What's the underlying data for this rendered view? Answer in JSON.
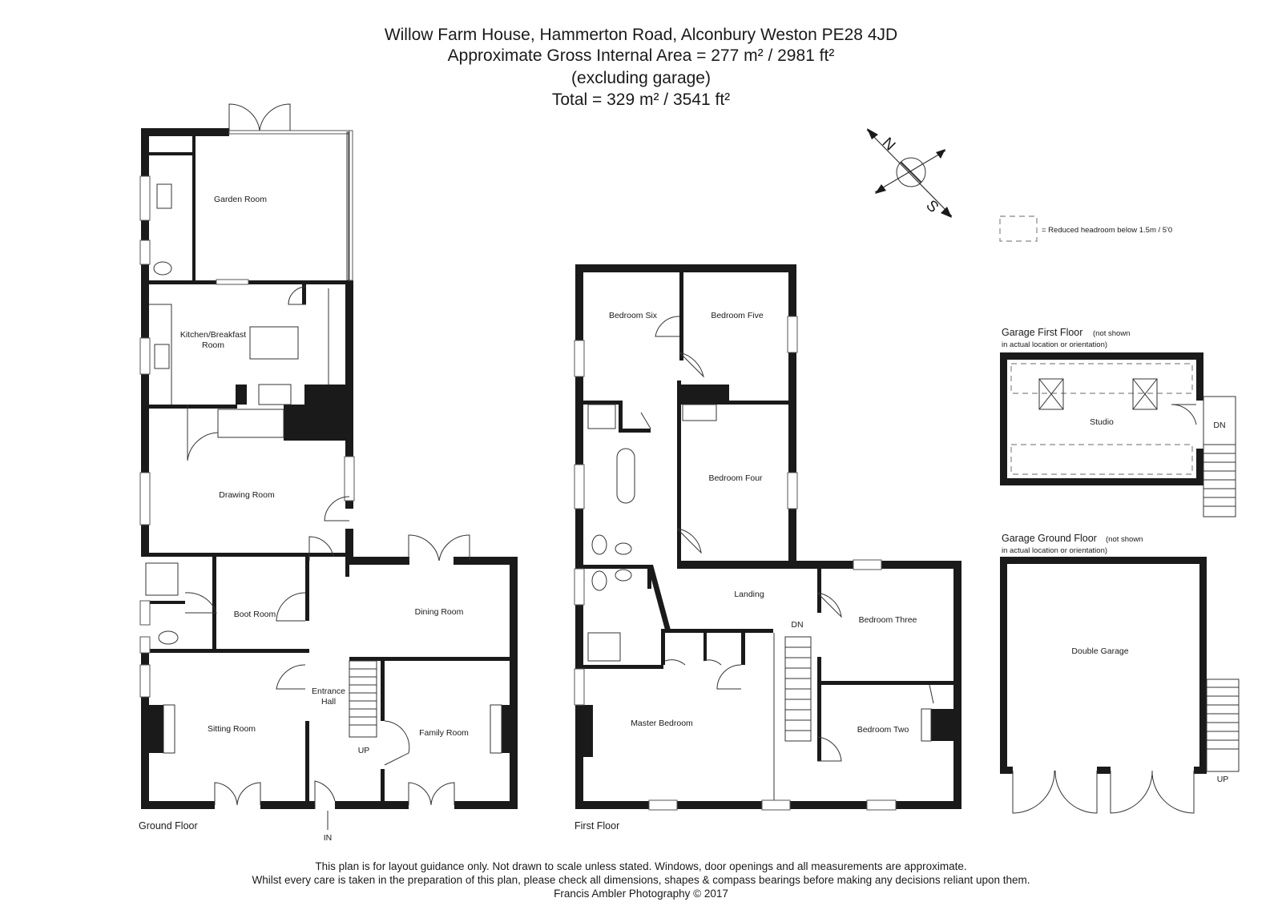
{
  "header": {
    "address": "Willow Farm House, Hammerton Road, Alconbury Weston PE28 4JD",
    "area_line": "Approximate Gross Internal Area = 277 m² / 2981 ft²",
    "excluding": "(excluding garage)",
    "total": "Total = 329 m² / 3541 ft²"
  },
  "legend": {
    "reduced_headroom": "= Reduced headroom below 1.5m / 5'0"
  },
  "compass": {
    "north": "N",
    "south": "S"
  },
  "ground_floor": {
    "label": "Ground Floor",
    "rooms": {
      "garden_room": "Garden Room",
      "kitchen_line1": "Kitchen/Breakfast",
      "kitchen_line2": "Room",
      "drawing_room": "Drawing Room",
      "boot_room": "Boot Room",
      "dining_room": "Dining Room",
      "entrance_line1": "Entrance",
      "entrance_line2": "Hall",
      "sitting_room": "Sitting Room",
      "family_room": "Family Room"
    },
    "stairs_up": "UP",
    "entrance_in": "IN"
  },
  "first_floor": {
    "label": "First Floor",
    "rooms": {
      "bedroom_six": "Bedroom Six",
      "bedroom_five": "Bedroom Five",
      "bedroom_four": "Bedroom Four",
      "landing": "Landing",
      "bedroom_three": "Bedroom Three",
      "master_bedroom": "Master Bedroom",
      "bedroom_two": "Bedroom Two"
    },
    "stairs_down": "DN"
  },
  "garage_first_floor": {
    "title": "Garage First Floor",
    "note_line1": "(not shown",
    "note_line2": "in actual location or orientation)",
    "room": "Studio",
    "stairs_down": "DN"
  },
  "garage_ground_floor": {
    "title": "Garage Ground Floor",
    "note_line1": "(not shown",
    "note_line2": "in actual location or orientation)",
    "room": "Double Garage",
    "stairs_up": "UP"
  },
  "footer": {
    "line1": "This plan is for layout guidance only. Not drawn to scale unless stated. Windows, door openings and all measurements are approximate.",
    "line2": "Whilst every care is taken in the preparation of this plan, please check all dimensions, shapes & compass bearings before making any decisions reliant upon them.",
    "line3": "Francis Ambler Photography © 2017"
  }
}
